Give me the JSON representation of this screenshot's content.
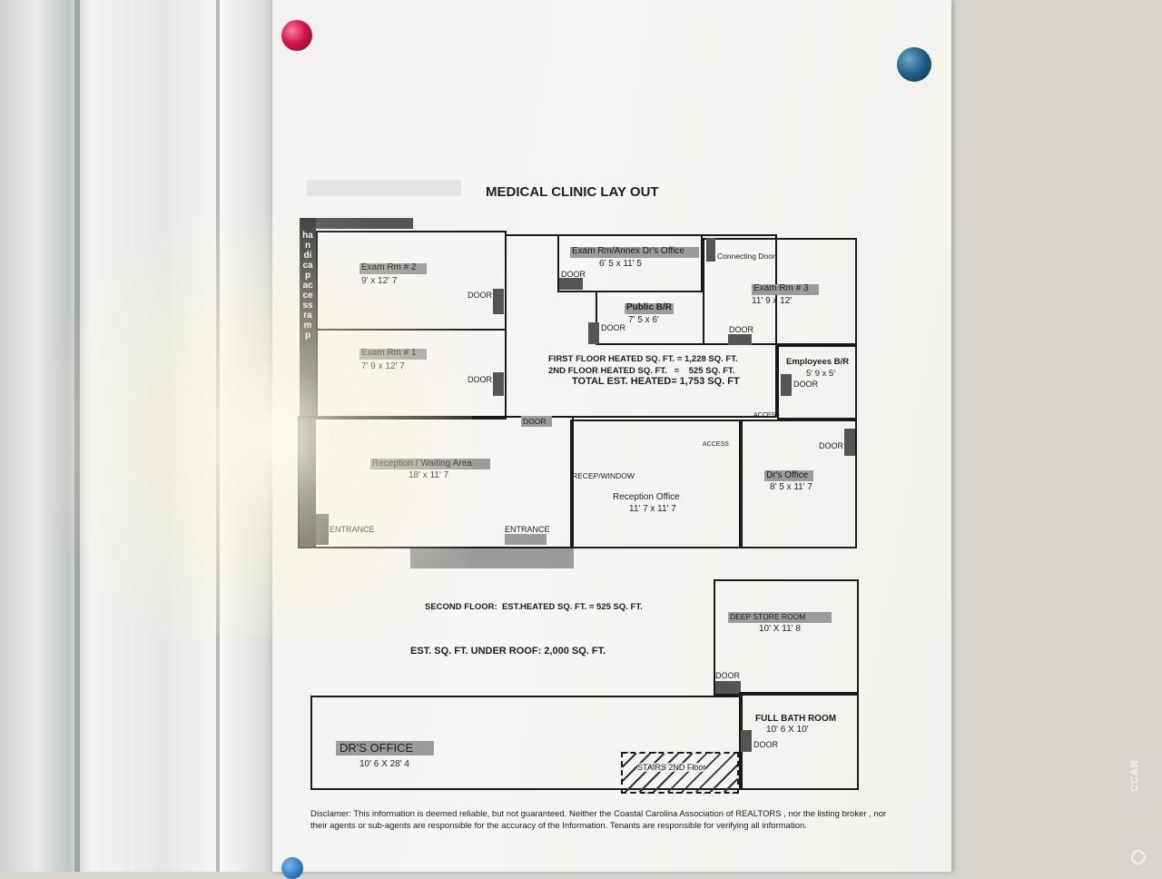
{
  "title": "MEDICAL CLINIC LAY OUT",
  "ramp_label": "handicap access ramp",
  "rooms": {
    "exam2": {
      "name": "Exam Rm # 2",
      "size": "9' x 12' 7",
      "door": "DOOR"
    },
    "exam1": {
      "name": "Exam Rm # 1",
      "size": "7' 9 x 12' 7",
      "door": "DOOR"
    },
    "annex": {
      "name": "Exam Rm/Annex Dr's Office",
      "size": "6' 5 x 11' 5",
      "door": "DOOR"
    },
    "public_br": {
      "name": "Public B/R",
      "size": "7' 5 x 6'",
      "door": "DOOR"
    },
    "exam3": {
      "name": "Exam Rm # 3",
      "size": "11' 9 x 12'",
      "door": "DOOR",
      "connecting": "Connecting Door"
    },
    "employees_br": {
      "name": "Employees B/R",
      "size": "5' 9 x 5'",
      "door": "DOOR",
      "access": "ACCESS"
    },
    "reception_waiting": {
      "name": "Reception / Waiting Area",
      "size": "18' x 11' 7",
      "entrance_left": "ENTRANCE",
      "entrance_right": "ENTRANCE",
      "door_top": "DOOR"
    },
    "reception_office": {
      "name": "Reception Office",
      "size": "11' 7 x 11' 7",
      "window": "RECEP/WINDOW",
      "access": "ACCESS"
    },
    "drs_office_1": {
      "name": "Dr's Office",
      "size": "8' 5 x 11' 7",
      "door": "DOOR"
    },
    "storage": {
      "name": "DEEP STORE ROOM",
      "size": "10' X 11' 8",
      "door": "DOOR"
    },
    "drs_office_2": {
      "name": "DR'S OFFICE",
      "size": "10' 6 X 28' 4"
    },
    "full_bath": {
      "name": "FULL BATH ROOM",
      "size": "10' 6 X 10'",
      "door": "DOOR"
    },
    "stairs": {
      "name": "STAIRS 2ND Floor"
    }
  },
  "summary": {
    "line1": "FIRST FLOOR HEATED SQ. FT. = 1,228 SQ. FT.",
    "line2": "2ND FLOOR HEATED SQ. FT.   =    525 SQ. FT.",
    "line3": "TOTAL EST. HEATED= 1,753 SQ. FT"
  },
  "second_floor": "SECOND FLOOR:  EST.HEATED SQ. FT. = 525 SQ. FT.",
  "under_roof": "EST. SQ. FT. UNDER ROOF: 2,000 SQ. FT.",
  "disclaimer": "Disclamer: This information is deemed reliable, but not guaranteed. Neither the Coastal Carolina Association of REALTORS , nor the listing broker , nor their agents or sub-agents are responsible for the accuracy of the Information. Tenants are responsible for verifying all information.",
  "watermark": "CCAR"
}
